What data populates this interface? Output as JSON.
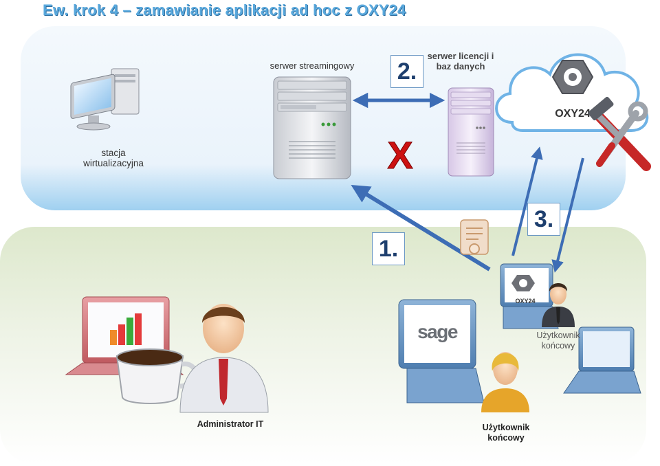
{
  "title": "Ew. krok 4 – zamawianie aplikacji ad hoc z OXY24",
  "labels": {
    "streaming_server": "serwer streamingowy",
    "license_server_line1": "serwer licencji i",
    "license_server_line2": "baz danych",
    "virt_station_line1": "stacja",
    "virt_station_line2": "wirtualizacyjna",
    "admin": "Administrator  IT",
    "end_user_line1": "Użytkownik",
    "end_user_line2": "końcowy",
    "end_user2_line1": "Użytkownik",
    "end_user2_line2": "końcowy"
  },
  "steps": {
    "step1": "1.",
    "step2": "2.",
    "step3": "3."
  },
  "cloud_logo": "OXY24",
  "laptop_logo": "OXY24",
  "sage_logo": "sage",
  "blocked_mark": "X",
  "icons": [
    "computer-icon",
    "server-icon",
    "cloud-icon",
    "tools-icon",
    "laptop-icon",
    "coffee-cup-icon",
    "user-icon",
    "certificate-icon"
  ],
  "colors": {
    "title": "#5aa9dd",
    "arrow": "#3d6db5",
    "blocked": "#cc1111",
    "top_panel": "#9fd0f0",
    "bottom_panel": "#dde8cc"
  }
}
